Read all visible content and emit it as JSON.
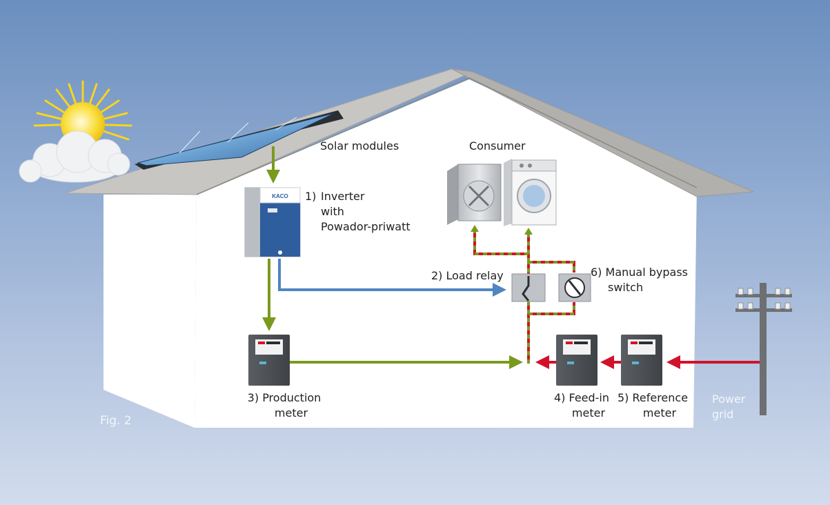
{
  "labels": {
    "solar_modules": "Solar modules",
    "consumer": "Consumer",
    "inverter": {
      "num": "1)",
      "line1": "Inverter",
      "line2": "with",
      "line3": "Powador-priwatt"
    },
    "load_relay": "2)  Load relay",
    "production_meter": {
      "line1": "3) Production",
      "line2": "meter"
    },
    "feed_in_meter": {
      "line1": "4) Feed-in",
      "line2": "meter"
    },
    "reference_meter": {
      "line1": "5) Reference",
      "line2": "meter"
    },
    "bypass": {
      "line1": "6)  Manual bypass",
      "line2": "switch"
    },
    "power_grid": {
      "line1": "Power",
      "line2": "grid"
    },
    "figure": "Fig. 2",
    "inverter_brand": "KACO"
  },
  "colors": {
    "sky_top": "#6b8fbf",
    "sky_bottom": "#d2dced",
    "house_wall": "#ffffff",
    "roof": "#c8c6c2",
    "solar_line": "#7a9a1e",
    "signal_line": "#4f86c0",
    "grid_line": "#d2122a",
    "inverter_blue": "#2f5e9e",
    "sun": "#f7d51d"
  },
  "icons": [
    "sun-icon",
    "cloud-icon",
    "solar-panel-icon",
    "inverter-icon",
    "heat-pump-icon",
    "washing-machine-icon",
    "load-relay-icon",
    "bypass-switch-icon",
    "meter-icon",
    "utility-pole-icon"
  ]
}
